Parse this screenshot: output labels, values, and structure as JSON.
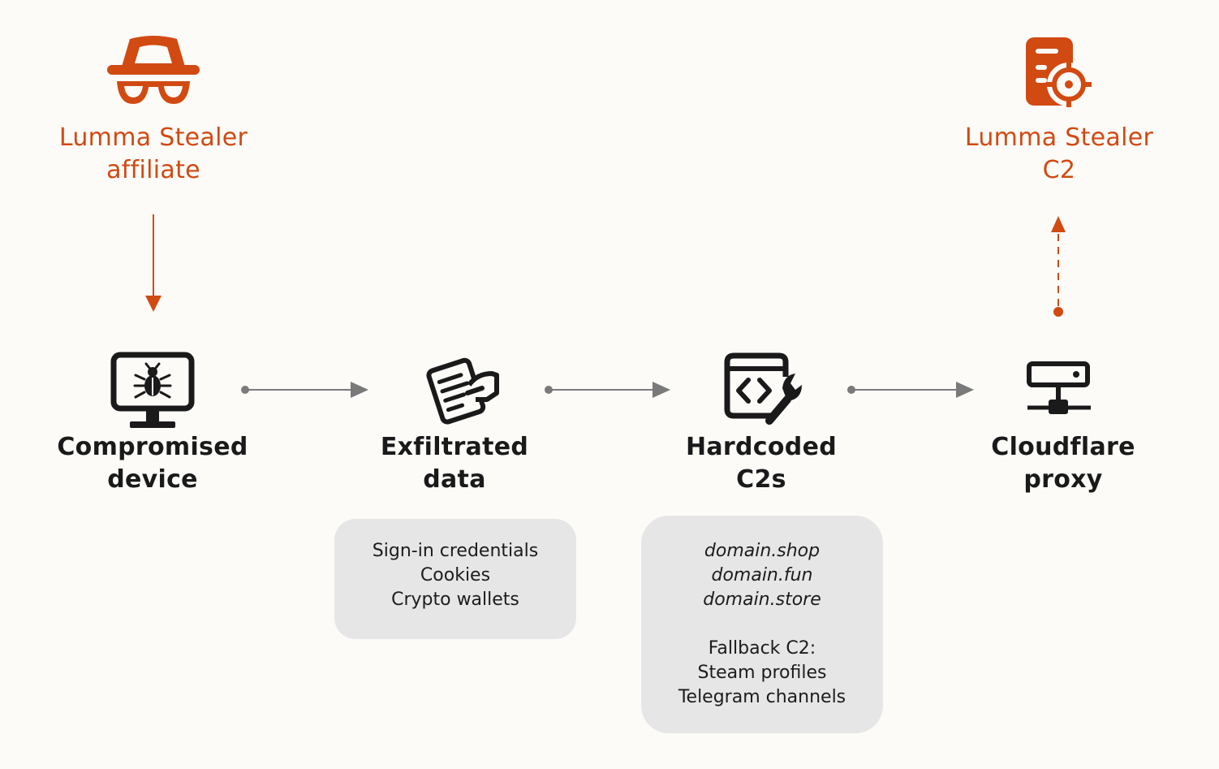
{
  "colors": {
    "accent": "#d14a12",
    "ink": "#1a1a1a",
    "arrow": "#7a7a7a",
    "box_fill": "#e6e6e6",
    "background": "#fcfbf8"
  },
  "affiliate": {
    "icon": "incognito-hat-glasses-icon",
    "line1": "Lumma Stealer",
    "line2": "affiliate"
  },
  "c2": {
    "icon": "server-target-icon",
    "line1": "Lumma Stealer",
    "line2": "C2"
  },
  "flow": [
    {
      "icon": "infected-monitor-bug-icon",
      "line1": "Compromised",
      "line2": "device"
    },
    {
      "icon": "stolen-document-hand-icon",
      "line1": "Exfiltrated",
      "line2": "data"
    },
    {
      "icon": "code-window-wrench-icon",
      "line1": "Hardcoded",
      "line2": "C2s"
    },
    {
      "icon": "network-proxy-icon",
      "line1": "Cloudflare",
      "line2": "proxy"
    }
  ],
  "exfil_box": {
    "items": [
      "Sign-in credentials",
      "Cookies",
      "Crypto wallets"
    ]
  },
  "c2_box": {
    "domains": [
      "domain.shop",
      "domain.fun",
      "domain.store"
    ],
    "fallback_title": "Fallback C2:",
    "fallback_items": [
      "Steam profiles",
      "Telegram channels"
    ]
  }
}
